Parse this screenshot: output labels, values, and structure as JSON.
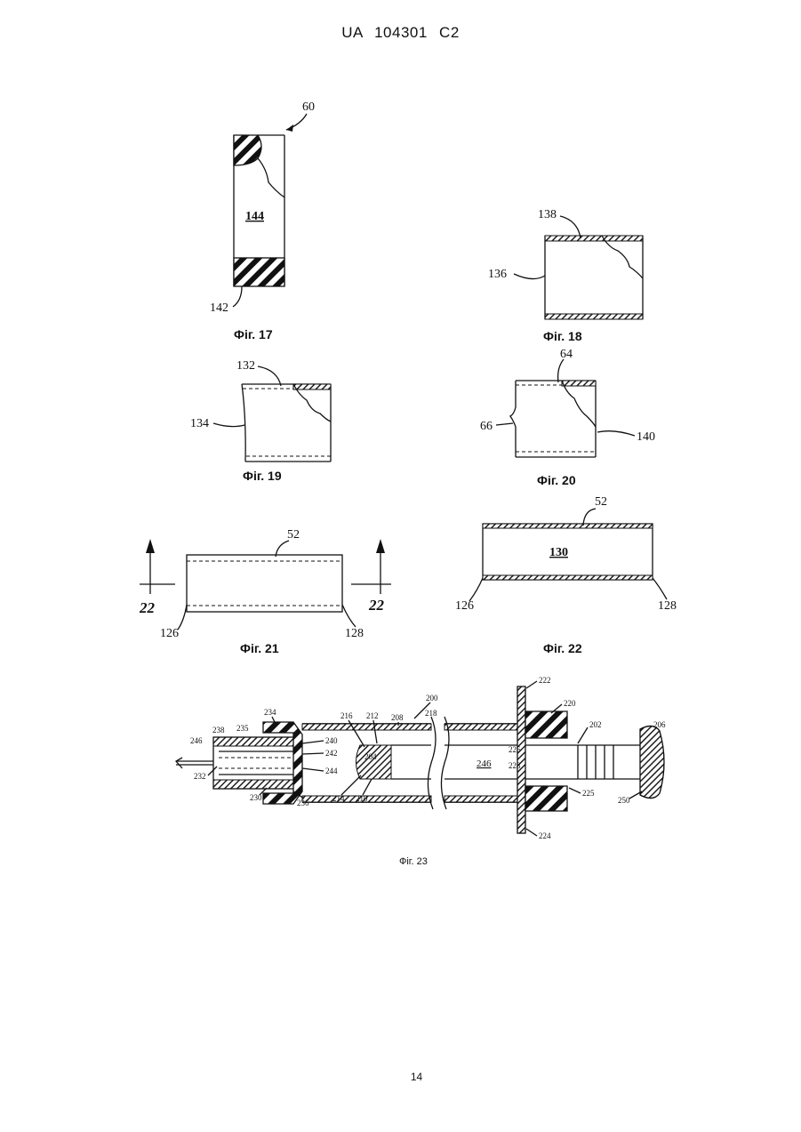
{
  "header": {
    "patent_id": "UA   104301   C2"
  },
  "page_number": "14",
  "figures": {
    "fig17": {
      "caption": "Фіг. 17",
      "labels": {
        "ref60": "60",
        "ref144": "144",
        "ref142": "142"
      }
    },
    "fig18": {
      "caption": "Фіг. 18",
      "labels": {
        "ref138": "138",
        "ref136": "136"
      }
    },
    "fig19": {
      "caption": "Фіг. 19",
      "labels": {
        "ref132": "132",
        "ref134": "134"
      }
    },
    "fig20": {
      "caption": "Фіг. 20",
      "labels": {
        "ref64": "64",
        "ref66": "66",
        "ref140": "140"
      }
    },
    "fig21": {
      "caption": "Фіг. 21",
      "labels": {
        "ref52": "52",
        "ref22a": "22",
        "ref22b": "22",
        "ref126": "126",
        "ref128": "128"
      }
    },
    "fig22": {
      "caption": "Фіг. 22",
      "labels": {
        "ref52": "52",
        "ref130": "130",
        "ref126": "126",
        "ref128": "128"
      }
    },
    "fig23": {
      "caption": "Фіг. 23",
      "labels": {
        "r200": "200",
        "r222": "222",
        "r220": "220",
        "r202": "202",
        "r206": "206",
        "r234": "234",
        "r216a": "216",
        "r212": "212",
        "r208": "208",
        "r218": "218",
        "r246a": "246",
        "r238": "238",
        "r235": "235",
        "r240": "240",
        "r242": "242",
        "r244": "244",
        "r204": "204",
        "r246b": "246",
        "r226": "226",
        "r228": "228",
        "r232": "232",
        "r230": "230",
        "r236": "236",
        "r214": "214",
        "r210": "210",
        "r225": "225",
        "r250": "250",
        "r224": "224"
      }
    }
  }
}
